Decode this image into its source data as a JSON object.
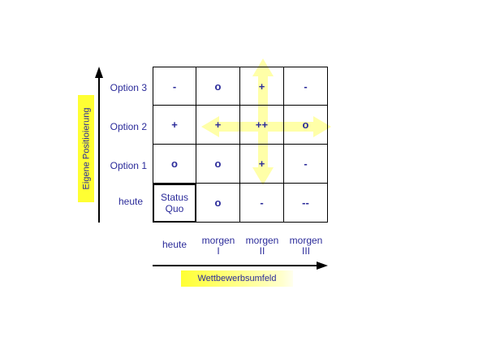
{
  "y_axis": {
    "label": "Eigene Positioierung"
  },
  "x_axis": {
    "label": "Wettbewerbsumfeld"
  },
  "rows": [
    {
      "label": "Option 3",
      "cells": [
        "-",
        "o",
        "+",
        "-"
      ]
    },
    {
      "label": "Option 2",
      "cells": [
        "+",
        "+",
        "++",
        "o"
      ]
    },
    {
      "label": "Option 1",
      "cells": [
        "o",
        "o",
        "+",
        "-"
      ]
    },
    {
      "label": "heute",
      "cells": [
        "",
        "o",
        "-",
        "--"
      ]
    }
  ],
  "status_quo": {
    "line1": "Status",
    "line2": "Quo"
  },
  "columns": [
    {
      "line1": "heute",
      "line2": ""
    },
    {
      "line1": "morgen",
      "line2": "I"
    },
    {
      "line1": "morgen",
      "line2": "II"
    },
    {
      "line1": "morgen",
      "line2": "III"
    }
  ],
  "colors": {
    "text": "#2b2b9a",
    "highlight": "#ffff99",
    "axis_label_bg": "#ffff33"
  }
}
